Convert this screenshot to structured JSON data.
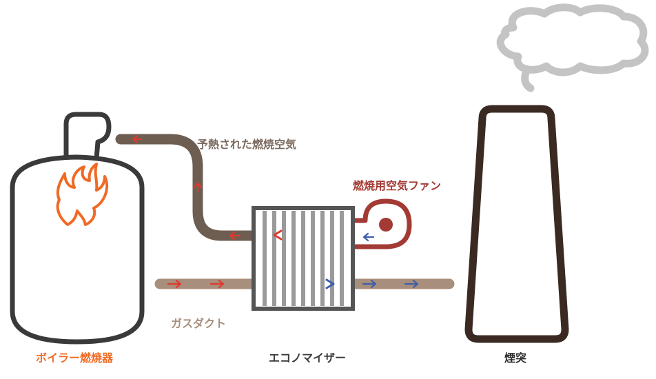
{
  "labels": {
    "preheated_air": "予熱された燃焼空気",
    "fan": "燃焼用空気ファン",
    "gas_duct": "ガスダクト",
    "boiler": "ボイラー燃焼器",
    "economizer": "エコノマイザー",
    "chimney": "煙突"
  },
  "colors": {
    "air_pipe": "#6e5e52",
    "gas_duct": "#a88e7c",
    "boiler_outline": "#3a3a3a",
    "flame": "#ef6a24",
    "fan": "#a33a34",
    "hot_arrow": "#e03a2f",
    "cool_arrow": "#3f5fa8",
    "chimney": "#3b2a22",
    "smoke": "#c4c4c4",
    "economizer_stripe": "#9a9a9a"
  },
  "icons": [
    "boiler-icon",
    "flame-icon",
    "economizer-icon",
    "fan-icon",
    "chimney-icon",
    "smoke-icon",
    "arrow-icon"
  ]
}
